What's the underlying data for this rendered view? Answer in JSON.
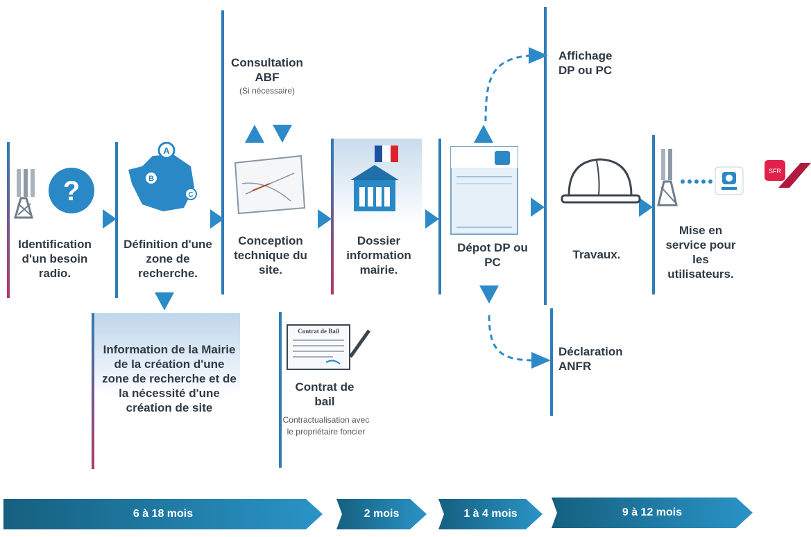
{
  "steps": {
    "identification": "Identification d'un besoin radio.",
    "definition": "Définition d'une zone de recherche.",
    "conception": "Conception technique du site.",
    "dossier": "Dossier information mairie.",
    "depot": "Dépot DP ou PC",
    "travaux": "Travaux.",
    "mise_en_service": "Mise en service pour les utilisateurs."
  },
  "side_steps": {
    "consultation_title": "Consultation ABF",
    "consultation_note": "(Si nécessaire)",
    "information_mairie": "Information de la Mairie de la création d'une zone de recherche et de la nécessité d'une création de site",
    "contrat_title": "Contrat de bail",
    "contrat_note": "Contractualisation avec le propriétaire foncier",
    "affichage": "Affichage DP ou PC",
    "declaration": "Déclaration ANFR"
  },
  "map_markers": [
    "A",
    "B",
    "C"
  ],
  "contract_doc_text": "Contrat de Bail",
  "logo_text": "SFR",
  "timeline": [
    {
      "label": "6 à 18 mois"
    },
    {
      "label": "2 mois"
    },
    {
      "label": "1 à 4 mois"
    },
    {
      "label": "9 à 12 mois"
    }
  ],
  "colors": {
    "primary_blue": "#2d8ac9",
    "dark_blue": "#15607f",
    "accent_red": "#b4386a",
    "sfr_red": "#e0224a"
  },
  "icons": [
    "antenna-icon",
    "question-icon",
    "france-map-icon",
    "blueprint-icon",
    "mairie-icon",
    "french-flag-icon",
    "document-icon",
    "helmet-icon",
    "contract-icon",
    "bouygues-logo-icon",
    "sfr-logo-icon"
  ]
}
